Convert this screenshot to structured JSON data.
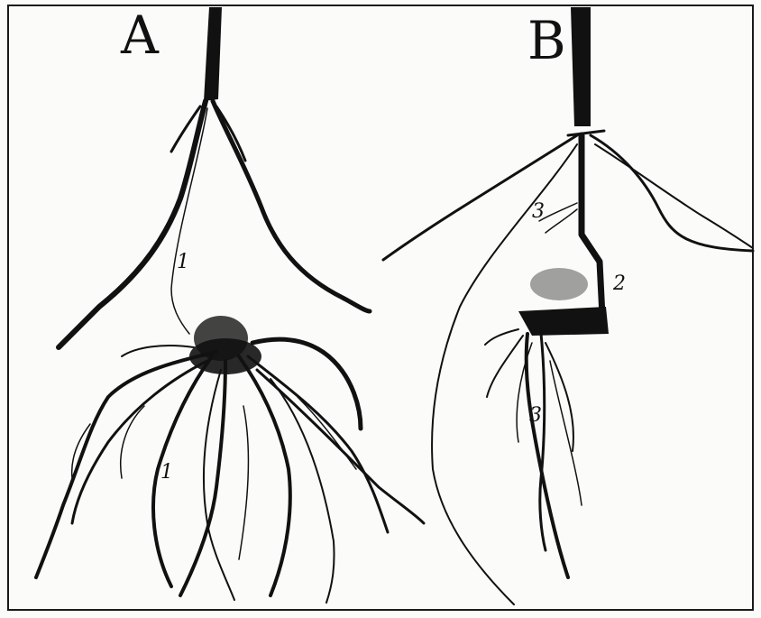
{
  "panels": {
    "a": {
      "letter": "A",
      "labels": [
        "1",
        "1"
      ]
    },
    "b": {
      "letter": "B",
      "labels": [
        "3",
        "2",
        "3"
      ]
    }
  },
  "colors": {
    "ink": "#111111",
    "paper": "#fbfbf9"
  }
}
